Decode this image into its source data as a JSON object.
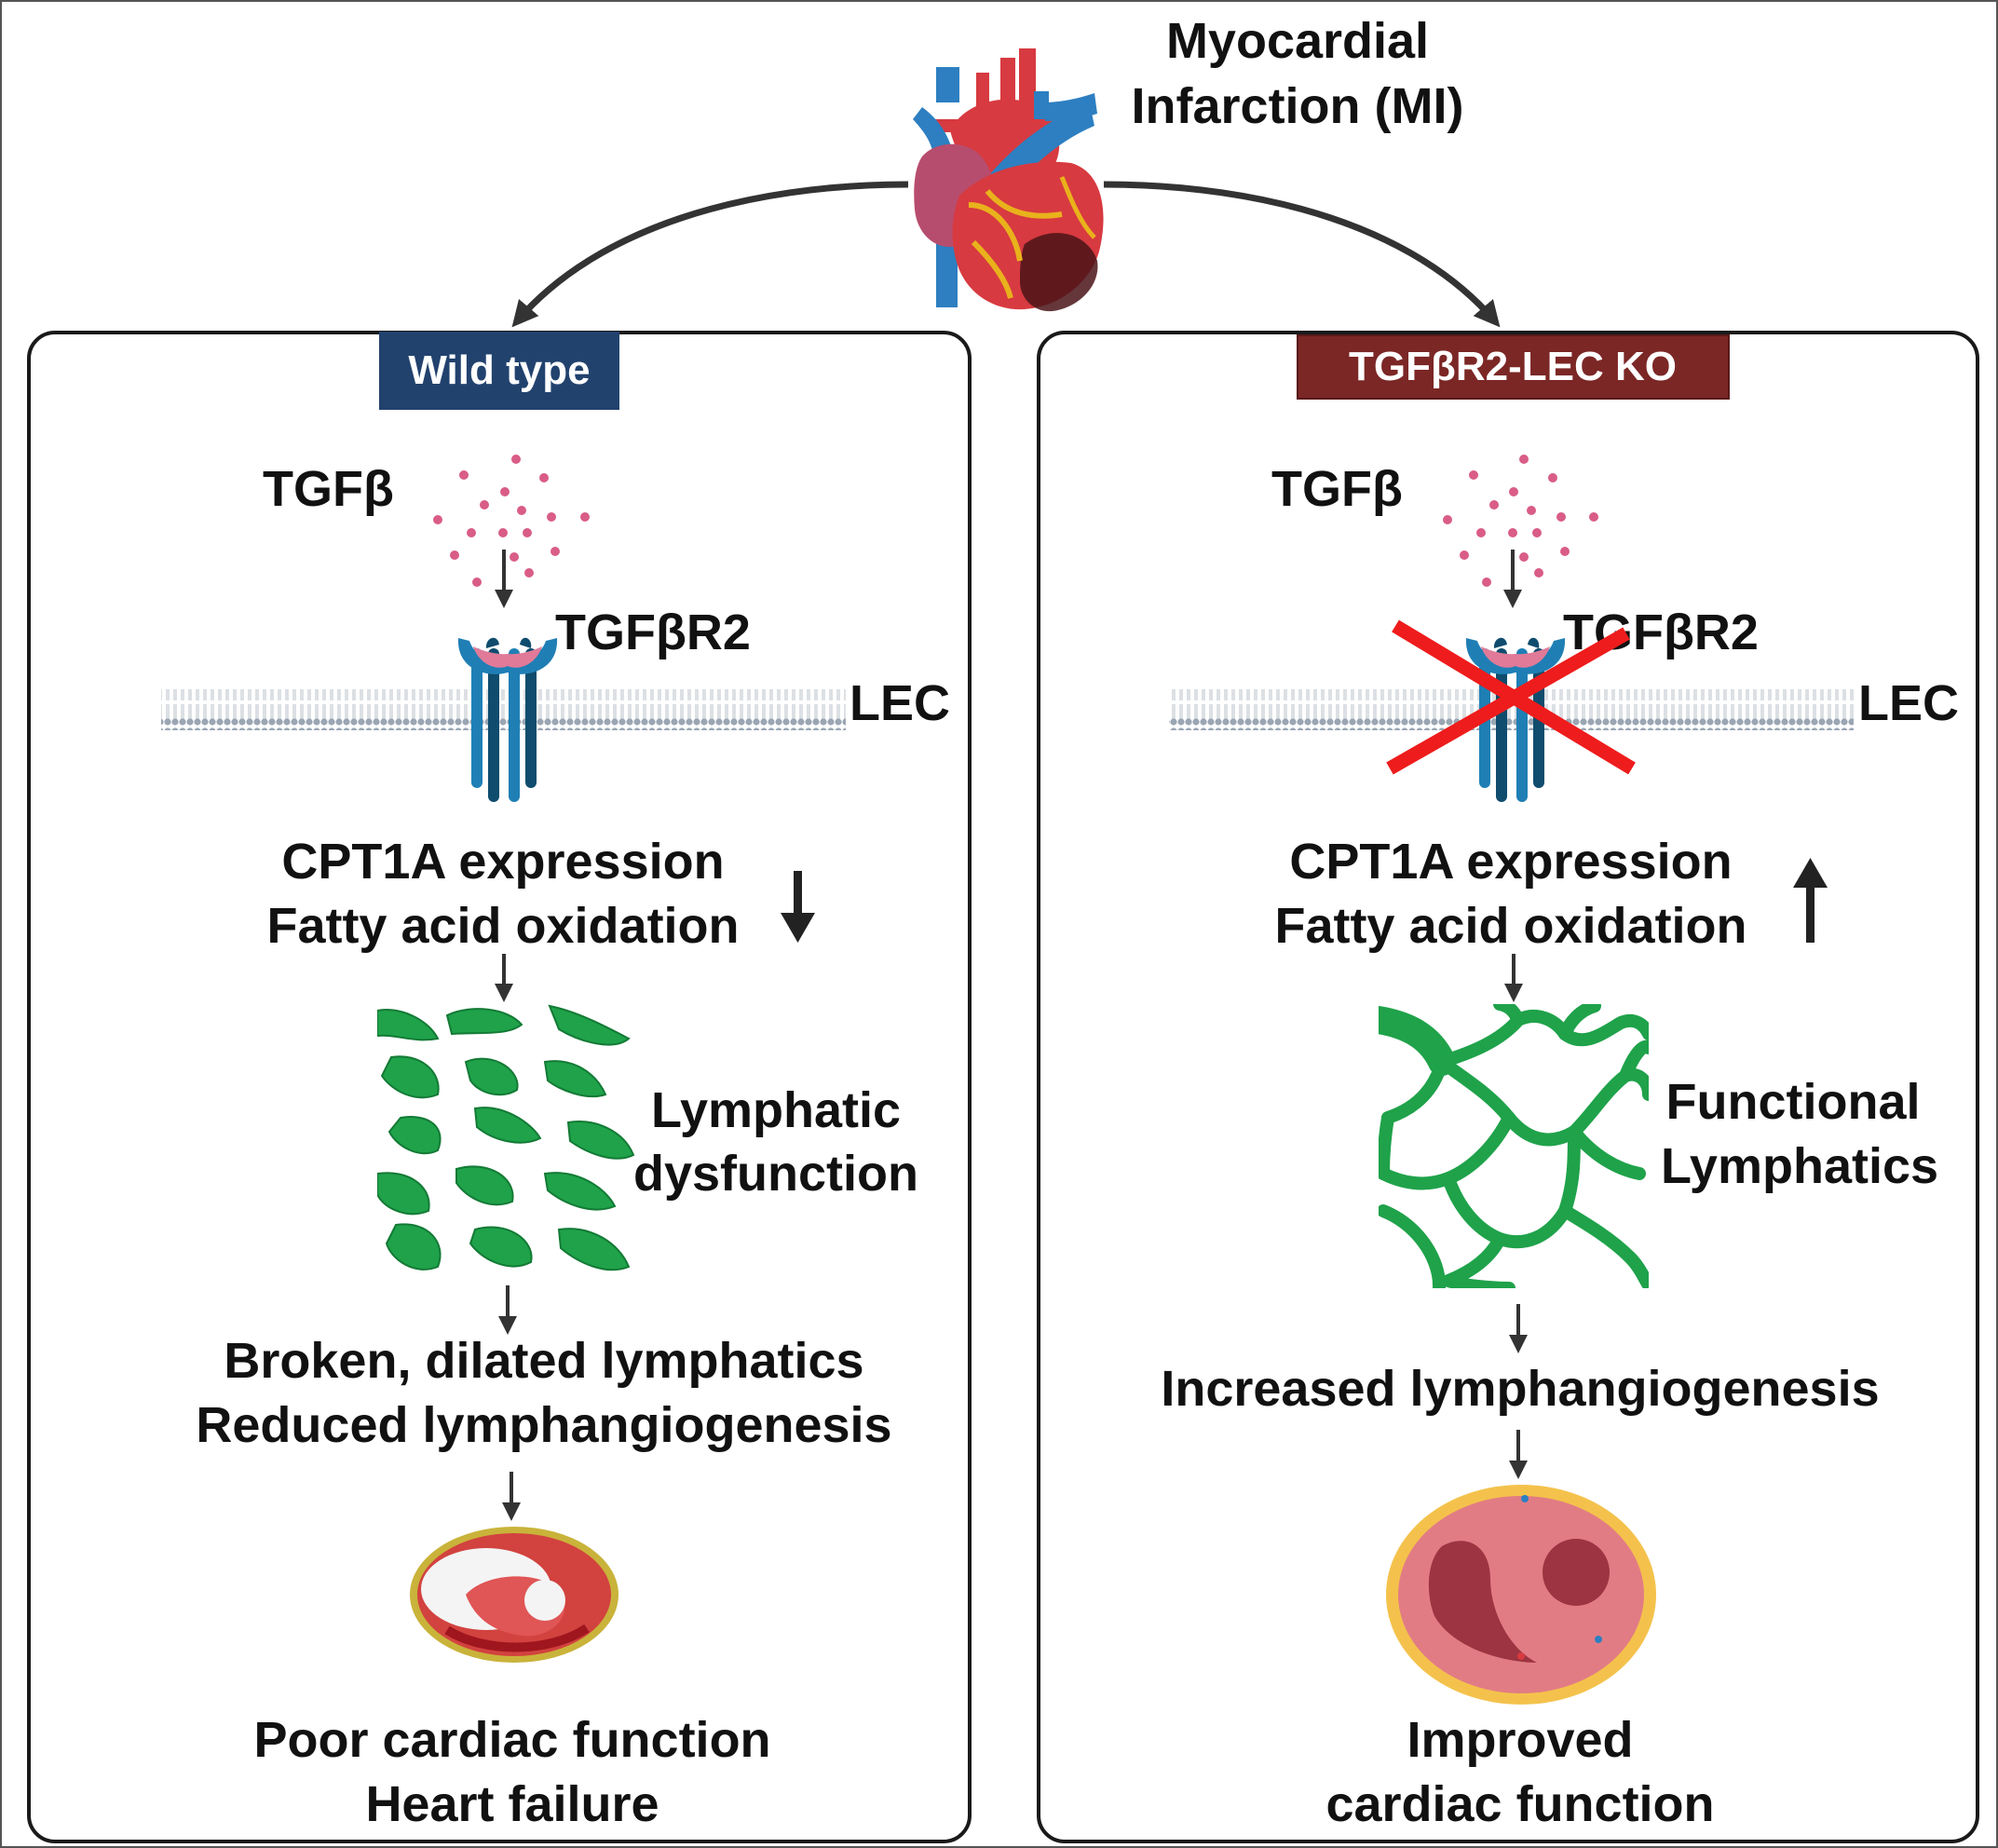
{
  "title": {
    "line1": "Myocardial",
    "line2": "Infarction (MI)"
  },
  "left_panel": {
    "badge": "Wild type",
    "badge_color": "#22426e",
    "ligand": "TGFβ",
    "receptor": "TGFβR2",
    "cell": "LEC",
    "metabolism_line1": "CPT1A expression",
    "metabolism_line2": "Fatty acid oxidation",
    "metabolism_trend": "arrow-down-icon",
    "lymph_line1": "Lymphatic",
    "lymph_line2": "dysfunction",
    "outcome_line1": "Broken, dilated lymphatics",
    "outcome_line2": "Reduced lymphangiogenesis",
    "final_line1": "Poor cardiac function",
    "final_line2": "Heart failure"
  },
  "right_panel": {
    "badge": "TGFβR2-LEC KO",
    "badge_color": "#7b2726",
    "ligand": "TGFβ",
    "receptor": "TGFβR2",
    "cell": "LEC",
    "metabolism_line1": "CPT1A expression",
    "metabolism_line2": "Fatty acid oxidation",
    "metabolism_trend": "arrow-up-icon",
    "lymph_line1": "Functional",
    "lymph_line2": "Lymphatics",
    "outcome_line1": "Increased lymphangiogenesis",
    "final_line1": "Improved",
    "final_line2": "cardiac function"
  },
  "colors": {
    "lymphatic_green": "#1fa24a",
    "knockout_cross": "#ee1c1c",
    "ligand_dots": "#d95d86",
    "receptor_blue": "#1f7fb5"
  }
}
